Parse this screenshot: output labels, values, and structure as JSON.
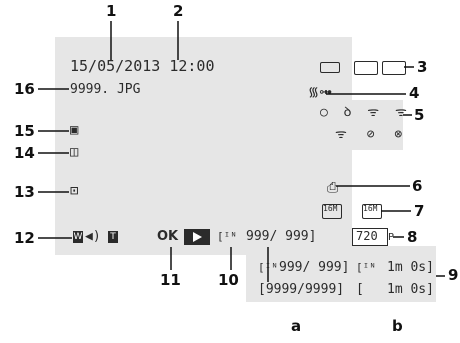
{
  "osd": {
    "datetime": "15/05/2013 12:00",
    "filename": "9999. JPG",
    "frame_counter": "999/  999]",
    "frame_a_full": "999/  999]",
    "frame_a_simple": "[9999/9999]",
    "frame_b_full": "1m 0s]",
    "frame_b_simple": "1m 0s]",
    "ok_label": "OK",
    "resolution_16m": "16M",
    "resolution_16m_b": "16M",
    "movie_720": "720",
    "movie_p": "P"
  },
  "callouts": [
    "1",
    "2",
    "3",
    "4",
    "5",
    "6",
    "7",
    "8",
    "9",
    "10",
    "11",
    "12",
    "13",
    "14",
    "15",
    "16"
  ],
  "sub_labels": {
    "a": "a",
    "b": "b"
  },
  "colors": {
    "screen": "#e6e6e6",
    "ink": "#2b2b2b",
    "line": "#111111"
  }
}
